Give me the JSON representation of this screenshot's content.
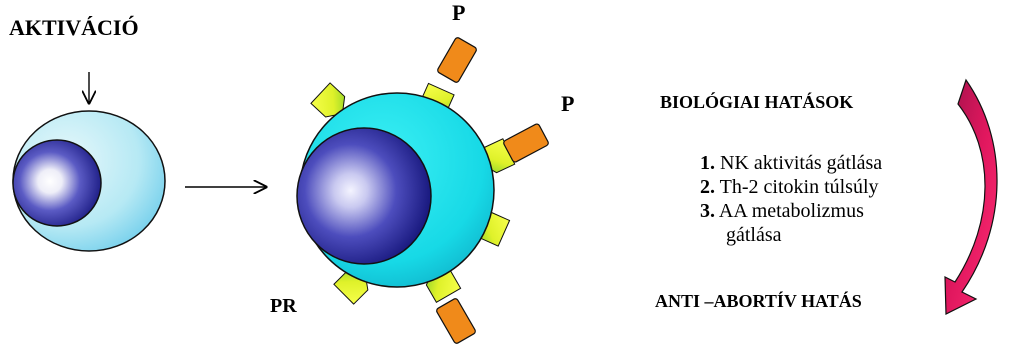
{
  "labels": {
    "activation": "AKTIVÁCIÓ",
    "p_top": "P",
    "p_right": "P",
    "pr": "PR",
    "biological_effects": "BIOLÓGIAI HATÁSOK",
    "anti_abortive": "ANTI –ABORTÍV HATÁS"
  },
  "effects": [
    {
      "number": "1.",
      "text": "NK aktivitás gátlása"
    },
    {
      "number": "2.",
      "text": "Th-2 citokin túlsúly"
    },
    {
      "number": "3.",
      "text": "AA metabolizmus"
    }
  ],
  "effects_continuation": "gátlása",
  "colors": {
    "resting_cell": "#aee6f3",
    "activated_cell": "#21dde9",
    "nucleus": "#1f1f9e",
    "receptor": "#e6f52a",
    "progesterone": "#f08a1a",
    "curved_arrow": "#e0175e"
  }
}
